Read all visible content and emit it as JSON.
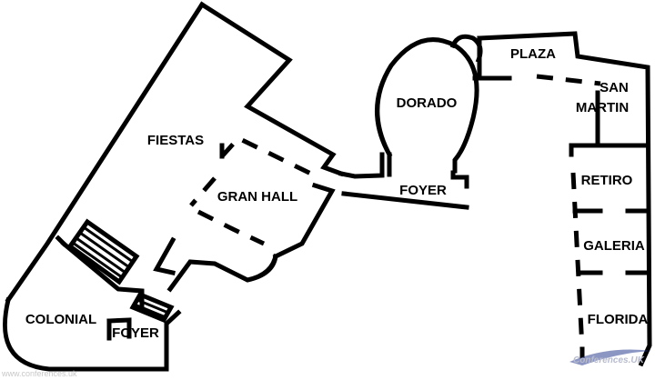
{
  "floor_plan": {
    "rooms": {
      "fiestas": "FIESTAS",
      "gran_hall": "GRAN HALL",
      "colonial": "COLONIAL",
      "foyer_left": "FOYER",
      "dorado": "DORADO",
      "foyer_center": "FOYER",
      "plaza": "PLAZA",
      "san_martin_line1": "SAN",
      "san_martin_line2": "MARTIN",
      "retiro": "RETIRO",
      "galeria": "GALERIA",
      "florida": "FLORIDA"
    }
  },
  "watermark": {
    "logo_text": "Conferences.UK",
    "footer_text": "www.conferences.uk"
  },
  "colors": {
    "ink": "#000000",
    "background": "#ffffff",
    "watermark": "#b8bccd"
  }
}
